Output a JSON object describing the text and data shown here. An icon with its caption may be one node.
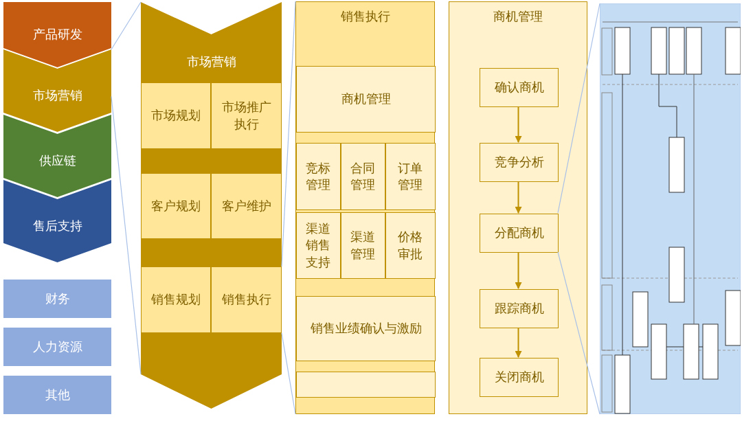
{
  "diagram": {
    "nodes": [
      {
        "text": [
          "产品研发"
        ]
      },
      {
        "text": [
          "市场营销"
        ]
      },
      {
        "text": [
          "供应链"
        ]
      },
      {
        "text": [
          "售后支持"
        ]
      },
      {
        "text": [
          "财务"
        ]
      },
      {
        "text": [
          "人力资源"
        ]
      },
      {
        "text": [
          "其他"
        ]
      },
      {
        "text": [
          "市场营销"
        ]
      },
      {
        "text": [
          "市场规划"
        ],
        "in": 7
      },
      {
        "text": [
          "市场推广执行"
        ],
        "in": 7
      },
      {
        "text": [
          "客户规划"
        ],
        "in": 7
      },
      {
        "text": [
          "客户维护"
        ],
        "in": 7
      },
      {
        "text": [
          "销售规划"
        ],
        "in": 7
      },
      {
        "text": [
          "销售执行"
        ],
        "in": 7
      },
      {
        "text": [
          "销售执行"
        ]
      },
      {
        "text": [
          "商机管理"
        ],
        "in": 14
      },
      {
        "text": [
          "竞标管理"
        ],
        "in": 14
      },
      {
        "text": [
          "合同管理"
        ],
        "in": 14
      },
      {
        "text": [
          "订单管理"
        ],
        "in": 14
      },
      {
        "text": [
          "渠道销售支持"
        ],
        "in": 14
      },
      {
        "text": [
          "渠道管理"
        ],
        "in": 14
      },
      {
        "text": [
          "价格审批"
        ],
        "in": 14
      },
      {
        "text": [
          "销售业绩确认与激励"
        ],
        "in": 14
      },
      {
        "text": [],
        "shape": "box",
        "in": 14
      },
      {
        "text": [
          "商机管理"
        ]
      },
      {
        "text": [
          "确认商机"
        ],
        "in": 24
      },
      {
        "text": [
          "竞争分析"
        ],
        "in": 24
      },
      {
        "text": [
          "分配商机"
        ],
        "in": 24
      },
      {
        "text": [
          "跟踪商机"
        ],
        "in": 24
      },
      {
        "text": [
          "关闭商机"
        ],
        "in": 24
      },
      {
        "text": [],
        "shape": "picture"
      }
    ],
    "edges": [
      {
        "from": 25,
        "to": 26,
        "arrow": "to",
        "color": "#bf9000"
      },
      {
        "from": 26,
        "to": 27,
        "arrow": "to",
        "color": "#bf9000"
      },
      {
        "from": 27,
        "to": 28,
        "arrow": "to",
        "color": "#bf9000"
      },
      {
        "from": 28,
        "to": 29,
        "arrow": "to",
        "color": "#bf9000"
      },
      {
        "from": 1,
        "to": 7,
        "arrow": "none"
      },
      {
        "from": 1,
        "to": 7,
        "arrow": "none"
      },
      {
        "from": 13,
        "to": 14,
        "arrow": "none"
      },
      {
        "from": 13,
        "to": 14,
        "arrow": "none"
      },
      {
        "from": 27,
        "to": 30,
        "arrow": "none"
      },
      {
        "from": 27,
        "to": 30,
        "arrow": "none"
      }
    ]
  }
}
